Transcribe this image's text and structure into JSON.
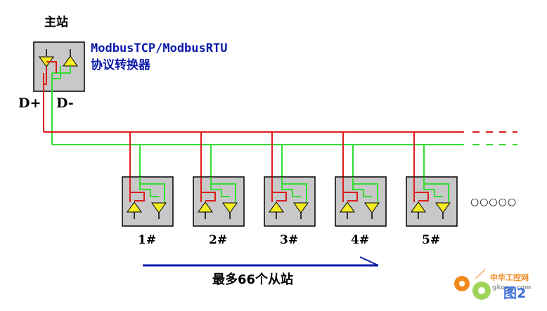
{
  "master": {
    "label": "主站",
    "converter_line1": "ModbusTCP/ModbusRTU",
    "converter_line2": "协议转换器",
    "d_plus": "D+",
    "d_minus": "D-"
  },
  "slaves": [
    "1#",
    "2#",
    "3#",
    "4#",
    "5#"
  ],
  "continuation": "○○○○○",
  "arrow_caption": "最多66个从站",
  "watermark": {
    "site_cn": "中华工控网",
    "site_url": "gkong.com",
    "figure": "图2"
  },
  "colors": {
    "d_plus_wire": "#dd1c1c",
    "d_minus_wire": "#33dd33",
    "box_fill": "#c8c8c8",
    "triangle": "#f5ec22",
    "arrow": "#0a1aa8",
    "text_blue": "#0a1aa8",
    "watermark_orange": "#f08a1d"
  }
}
